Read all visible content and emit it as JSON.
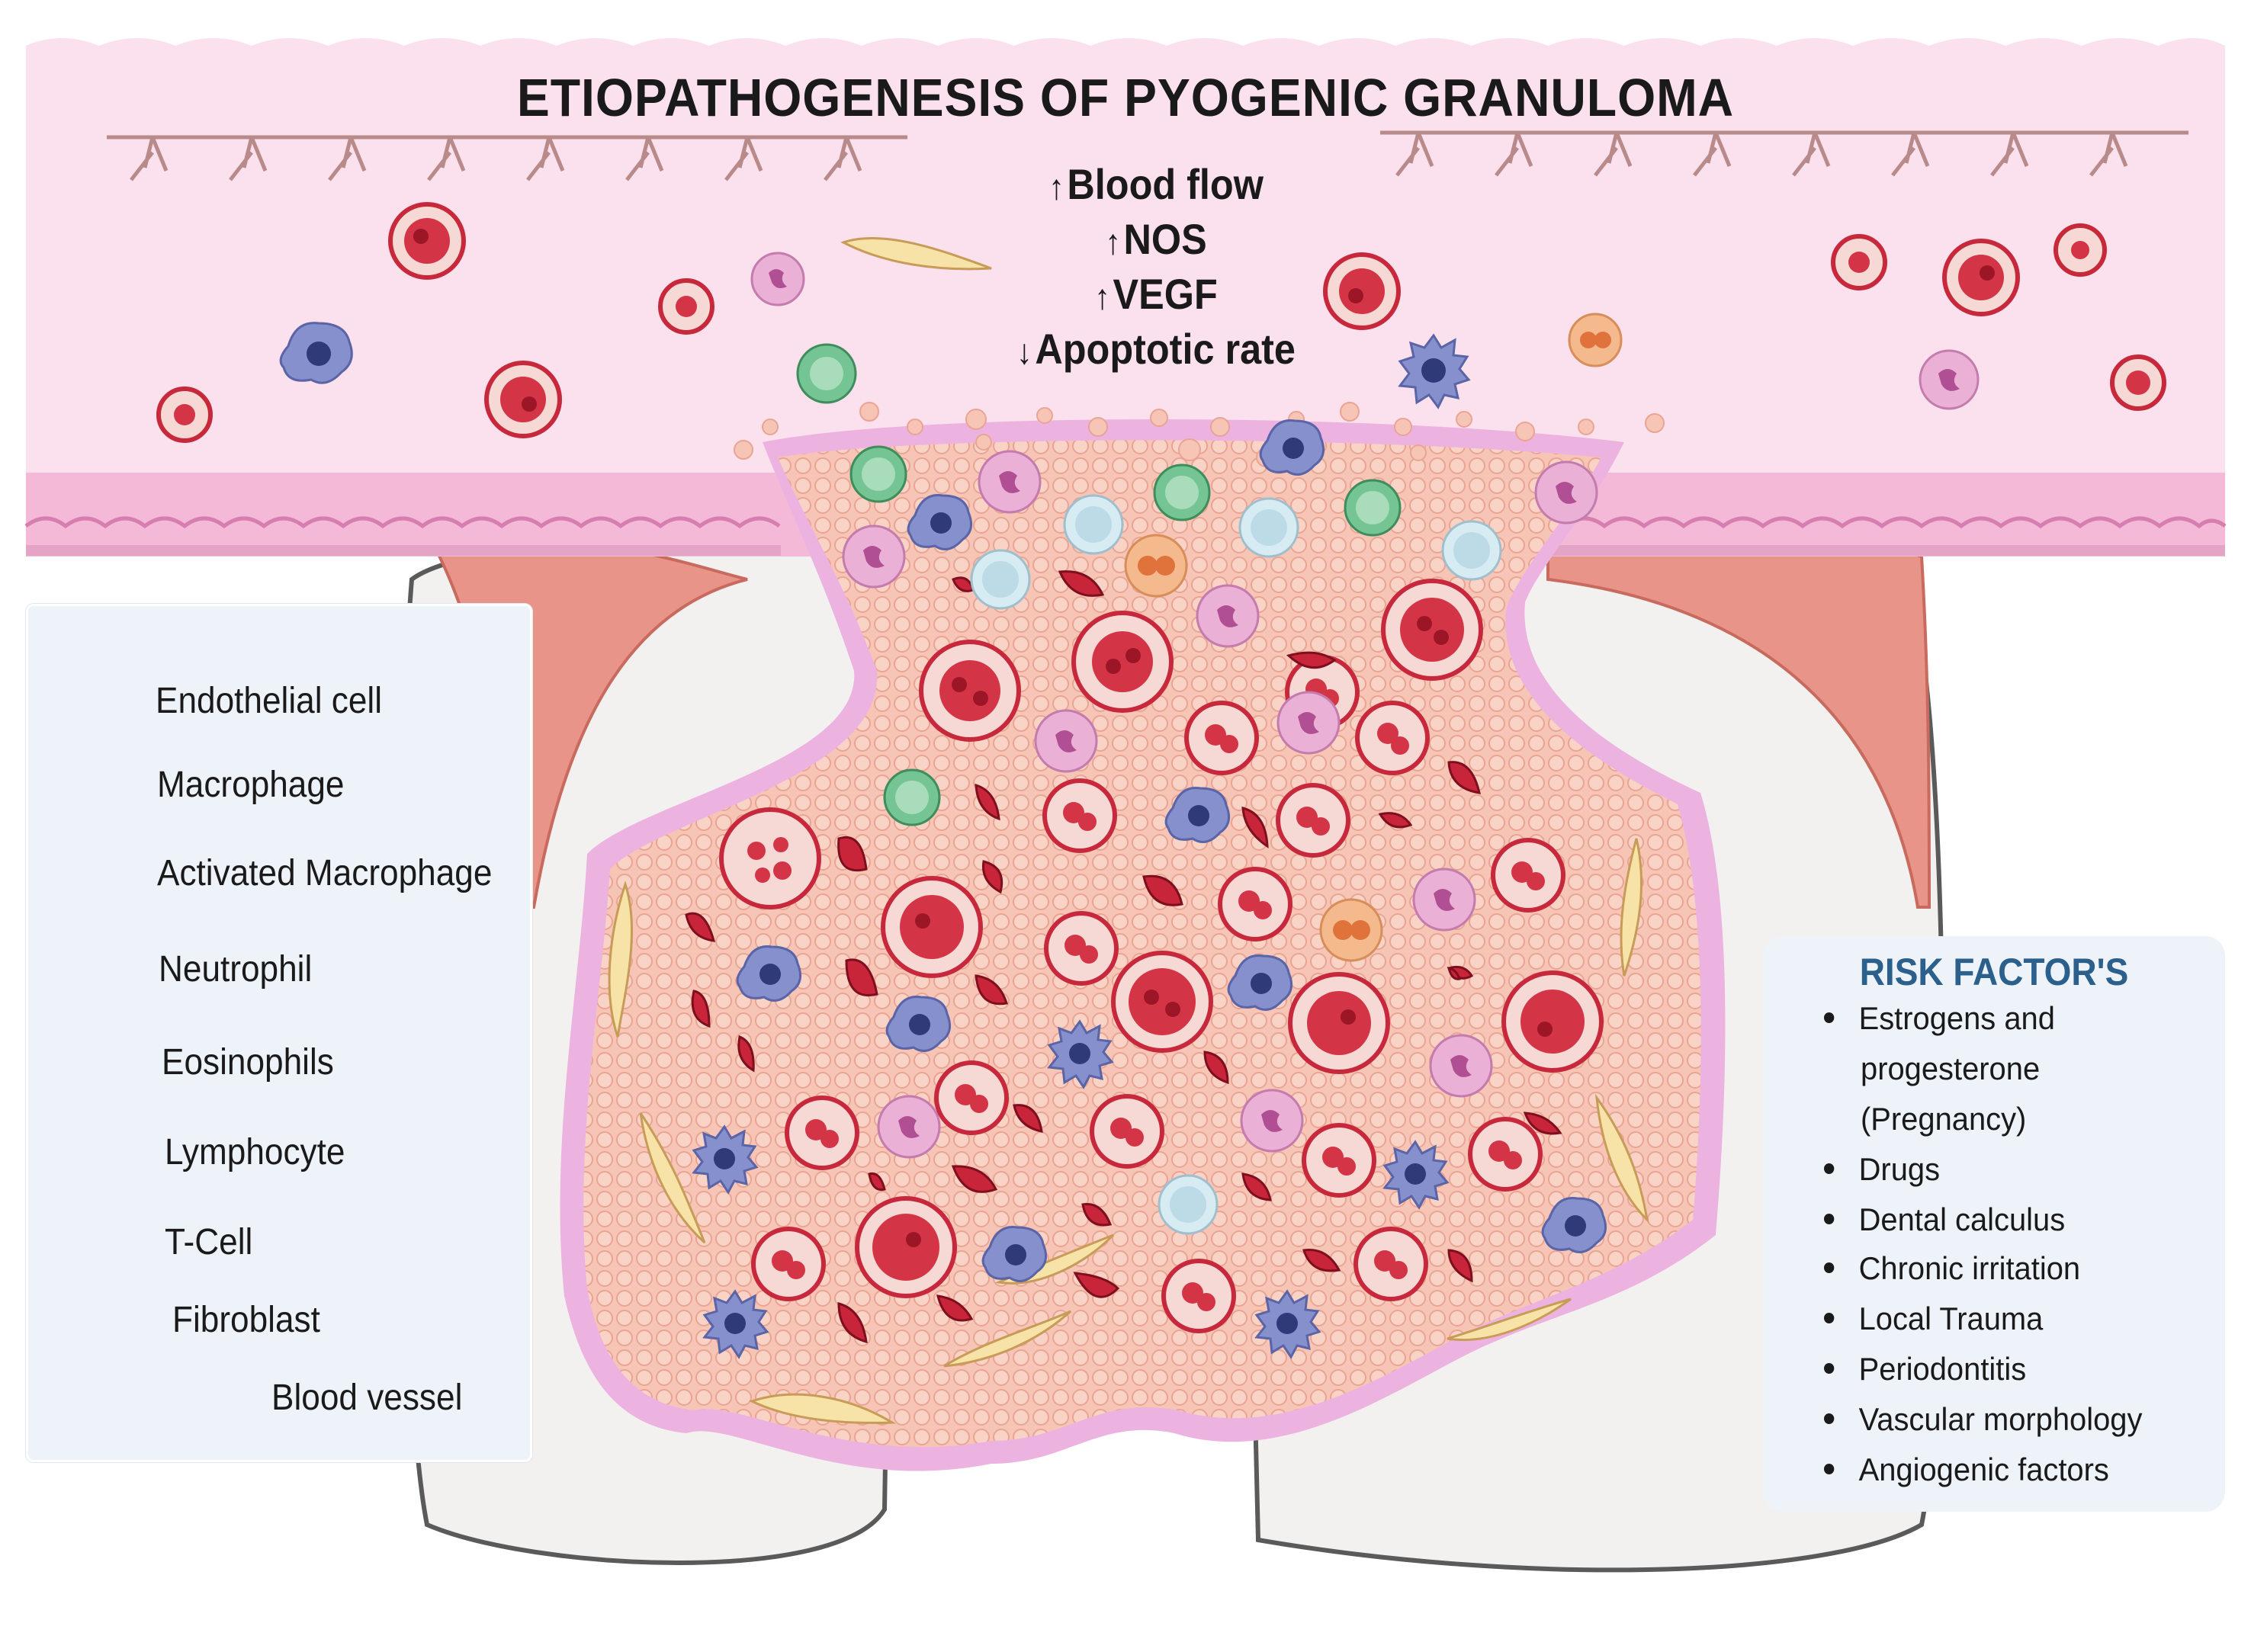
{
  "title": "ETIOPATHOGENESIS OF PYOGENIC GRANULOMA",
  "mechanisms": [
    {
      "direction": "up",
      "text": "Blood flow"
    },
    {
      "direction": "up",
      "text": "NOS"
    },
    {
      "direction": "up",
      "text": "VEGF"
    },
    {
      "direction": "down",
      "text": "Apoptotic rate"
    }
  ],
  "legend": {
    "items": [
      {
        "icon": "endothelial-cell-icon",
        "label": "Endothelial cell"
      },
      {
        "icon": "macrophage-icon",
        "label": "Macrophage"
      },
      {
        "icon": "activated-macrophage-icon",
        "label": "Activated Macrophage"
      },
      {
        "icon": "neutrophil-icon",
        "label": "Neutrophil"
      },
      {
        "icon": "eosinophil-icon",
        "label": "Eosinophils"
      },
      {
        "icon": "lymphocyte-icon",
        "label": "Lymphocyte"
      },
      {
        "icon": "t-cell-icon",
        "label": "T-Cell"
      },
      {
        "icon": "fibroblast-icon",
        "label": "Fibroblast"
      },
      {
        "icon": "blood-vessel-icon",
        "label": "Blood vessel"
      }
    ]
  },
  "risk_factors": {
    "title": "RISK FACTOR'S",
    "items": [
      {
        "line1": "Estrogens and",
        "line2": "progesterone",
        "line3": "(Pregnancy)"
      },
      {
        "line1": "Drugs"
      },
      {
        "line1": "Dental calculus"
      },
      {
        "line1": "Chronic irritation"
      },
      {
        "line1": "Local Trauma"
      },
      {
        "line1": "Periodontitis"
      },
      {
        "line1": "Vascular morphology"
      },
      {
        "line1": "Angiogenic factors"
      }
    ]
  },
  "colors": {
    "epithelium": "#fbdcec",
    "epithelium_dark": "#eaa8cc",
    "lesion_tissue": "#f5c2b4",
    "lesion_border": "#e9a6da",
    "gingiva": "#e8978a",
    "tooth": "#f4f2f1",
    "blood": "#c8253a",
    "macrophage": "#7a86c4",
    "neutrophil": "#e7a9d3",
    "eosinophil": "#f3b586",
    "lymphocyte": "#cfe6ef",
    "t_cell": "#6bbd8b",
    "fibroblast": "#f7e3a8",
    "legend_bg": "#eef3fa",
    "risk_title": "#2b5f8c"
  }
}
